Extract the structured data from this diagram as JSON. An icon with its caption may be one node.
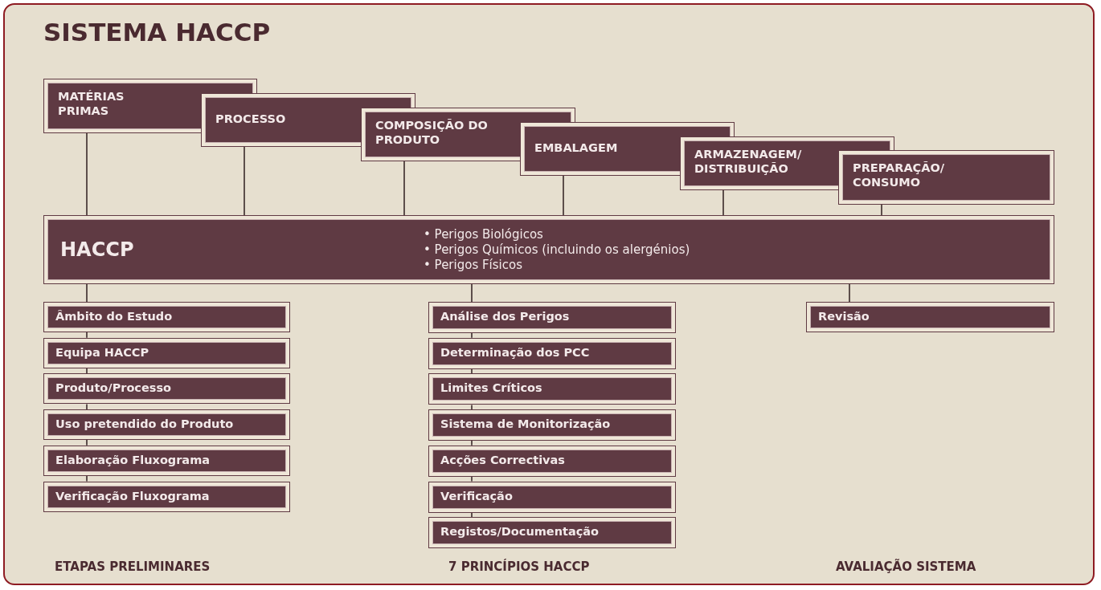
{
  "diagram": {
    "title": "SISTEMA HACCP",
    "nodes": [
      {
        "text": [
          "MATÉRIAS PRIMAS"
        ]
      },
      {
        "text": [
          "PROCESSO"
        ]
      },
      {
        "text": [
          "COMPOSIÇÃO DO PRODUTO"
        ]
      },
      {
        "text": [
          "EMBALAGEM"
        ]
      },
      {
        "text": [
          "ARMAZENAGEM/ DISTRIBUIÇÃO"
        ]
      },
      {
        "text": [
          "PREPARAÇÃO/ CONSUMO"
        ]
      },
      {
        "text": [
          "HACCP",
          "• Perigos Biológicos",
          "• Perigos Químicos (incluindo os alergénios)",
          "• Perigos Físicos"
        ]
      },
      {
        "text": [
          "Âmbito do Estudo"
        ]
      },
      {
        "text": [
          "Equipa HACCP"
        ]
      },
      {
        "text": [
          "Produto/Processo"
        ]
      },
      {
        "text": [
          "Uso pretendido do Produto"
        ]
      },
      {
        "text": [
          "Elaboração Fluxograma"
        ]
      },
      {
        "text": [
          "Verificação Fluxograma"
        ]
      },
      {
        "text": [
          "Análise dos Perigos"
        ]
      },
      {
        "text": [
          "Determinação dos PCC"
        ]
      },
      {
        "text": [
          "Limites Críticos"
        ]
      },
      {
        "text": [
          "Sistema de Monitorização"
        ]
      },
      {
        "text": [
          "Acções Correctivas"
        ]
      },
      {
        "text": [
          "Verificação"
        ]
      },
      {
        "text": [
          "Registos/Documentação"
        ]
      },
      {
        "text": [
          "Revisão"
        ]
      }
    ],
    "edges": [
      {
        "from": 0,
        "to": 6,
        "arrow": "none"
      },
      {
        "from": 1,
        "to": 6,
        "arrow": "none"
      },
      {
        "from": 2,
        "to": 6,
        "arrow": "none"
      },
      {
        "from": 3,
        "to": 6,
        "arrow": "none"
      },
      {
        "from": 4,
        "to": 6,
        "arrow": "none"
      },
      {
        "from": 5,
        "to": 6,
        "arrow": "none"
      },
      {
        "from": 6,
        "to": 7,
        "arrow": "none"
      },
      {
        "from": 7,
        "to": 8,
        "arrow": "none"
      },
      {
        "from": 8,
        "to": 9,
        "arrow": "none"
      },
      {
        "from": 9,
        "to": 10,
        "arrow": "none"
      },
      {
        "from": 10,
        "to": 11,
        "arrow": "none"
      },
      {
        "from": 11,
        "to": 12,
        "arrow": "none"
      },
      {
        "from": 6,
        "to": 13,
        "arrow": "none"
      },
      {
        "from": 13,
        "to": 14,
        "arrow": "none"
      },
      {
        "from": 14,
        "to": 15,
        "arrow": "none"
      },
      {
        "from": 15,
        "to": 16,
        "arrow": "none"
      },
      {
        "from": 16,
        "to": 17,
        "arrow": "none"
      },
      {
        "from": 17,
        "to": 18,
        "arrow": "none"
      },
      {
        "from": 18,
        "to": 19,
        "arrow": "none"
      },
      {
        "from": 6,
        "to": 20,
        "arrow": "none"
      }
    ],
    "labels": [
      "ETAPAS PRELIMINARES",
      "7 PRINCÍPIOS HACCP",
      "AVALIAÇÃO SISTEMA"
    ]
  }
}
